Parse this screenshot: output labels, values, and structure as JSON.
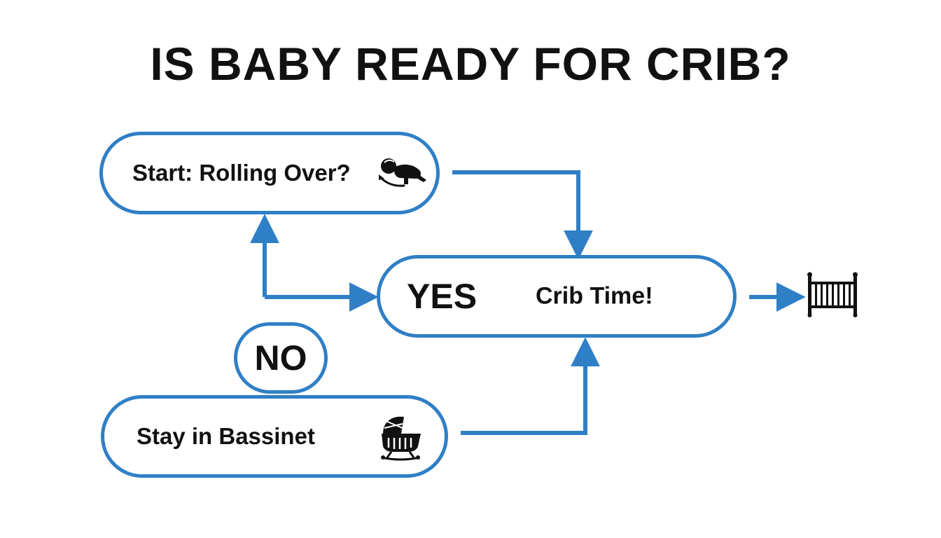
{
  "title": "IS BABY READY FOR CRIB?",
  "nodes": {
    "start": {
      "label": "Start: Rolling Over?",
      "icon": "baby-rolling-icon"
    },
    "yes": {
      "decision": "YES",
      "label": "Crib Time!"
    },
    "no": {
      "decision": "NO"
    },
    "bassinet": {
      "label": "Stay in Bassinet",
      "icon": "bassinet-icon"
    },
    "final": {
      "icon": "crib-icon"
    }
  },
  "colors": {
    "accent": "#2f7fc6",
    "text": "#111111",
    "background": "#ffffff"
  }
}
